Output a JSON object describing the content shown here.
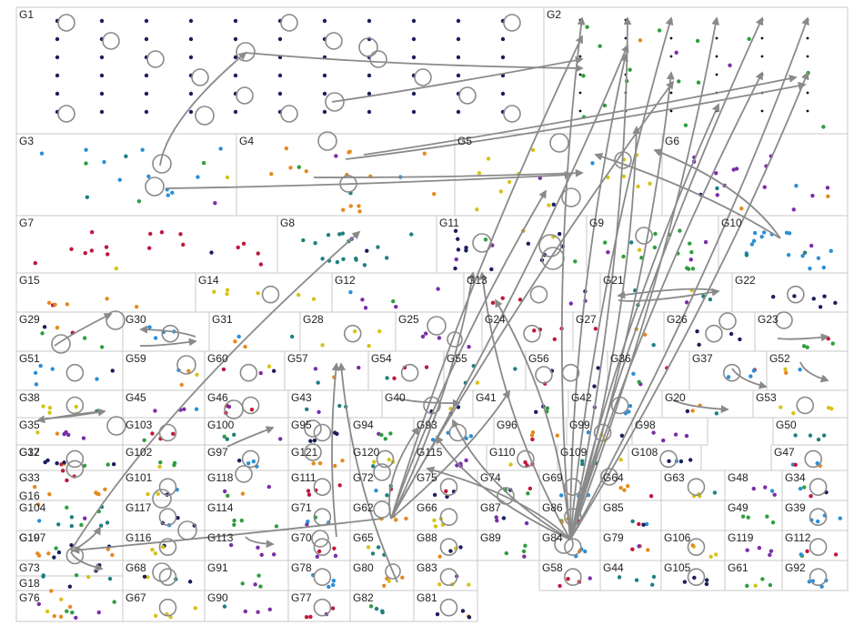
{
  "groups": [
    {
      "label": "G1"
    },
    {
      "label": "G2"
    },
    {
      "label": "G3"
    },
    {
      "label": "G4"
    },
    {
      "label": "G5"
    },
    {
      "label": "G6"
    },
    {
      "label": "G7"
    },
    {
      "label": "G8"
    },
    {
      "label": "G11"
    },
    {
      "label": "G9"
    },
    {
      "label": "G10"
    },
    {
      "label": "G15"
    },
    {
      "label": "G14"
    },
    {
      "label": "G12"
    },
    {
      "label": "G13"
    },
    {
      "label": "G21"
    },
    {
      "label": "G22"
    },
    {
      "label": "G29"
    },
    {
      "label": "G30"
    },
    {
      "label": "G31"
    },
    {
      "label": "G28"
    },
    {
      "label": "G25"
    },
    {
      "label": "G24"
    },
    {
      "label": "G27"
    },
    {
      "label": "G26"
    },
    {
      "label": "G23"
    },
    {
      "label": "G51"
    },
    {
      "label": "G59"
    },
    {
      "label": "G60"
    },
    {
      "label": "G57"
    },
    {
      "label": "G54"
    },
    {
      "label": "G55"
    },
    {
      "label": "G56"
    },
    {
      "label": "G36"
    },
    {
      "label": "G37"
    },
    {
      "label": "G52"
    },
    {
      "label": "G38"
    },
    {
      "label": "G45"
    },
    {
      "label": "G46"
    },
    {
      "label": "G43"
    },
    {
      "label": "G40"
    },
    {
      "label": "G41"
    },
    {
      "label": "G42"
    },
    {
      "label": "G20"
    },
    {
      "label": "G53"
    },
    {
      "label": "G35"
    },
    {
      "label": "G103"
    },
    {
      "label": "G100"
    },
    {
      "label": "G95"
    },
    {
      "label": "G94"
    },
    {
      "label": "G93"
    },
    {
      "label": "G96"
    },
    {
      "label": "G99"
    },
    {
      "label": "G98"
    },
    {
      "label": "G17"
    },
    {
      "label": "G50"
    },
    {
      "label": "G32"
    },
    {
      "label": "G102"
    },
    {
      "label": "G97"
    },
    {
      "label": "G121"
    },
    {
      "label": "G120"
    },
    {
      "label": "G115"
    },
    {
      "label": "G110"
    },
    {
      "label": "G109"
    },
    {
      "label": "G108"
    },
    {
      "label": "G16"
    },
    {
      "label": "G47"
    },
    {
      "label": "G33"
    },
    {
      "label": "G101"
    },
    {
      "label": "G118"
    },
    {
      "label": "G111"
    },
    {
      "label": "G72"
    },
    {
      "label": "G75"
    },
    {
      "label": "G74"
    },
    {
      "label": "G69"
    },
    {
      "label": "G64"
    },
    {
      "label": "G63"
    },
    {
      "label": "G48"
    },
    {
      "label": "G34"
    },
    {
      "label": "G104"
    },
    {
      "label": "G117"
    },
    {
      "label": "G114"
    },
    {
      "label": "G71"
    },
    {
      "label": "G62"
    },
    {
      "label": "G66"
    },
    {
      "label": "G87"
    },
    {
      "label": "G86"
    },
    {
      "label": "G85"
    },
    {
      "label": "G19"
    },
    {
      "label": "G49"
    },
    {
      "label": "G39"
    },
    {
      "label": "G107"
    },
    {
      "label": "G116"
    },
    {
      "label": "G113"
    },
    {
      "label": "G70"
    },
    {
      "label": "G65"
    },
    {
      "label": "G88"
    },
    {
      "label": "G89"
    },
    {
      "label": "G84"
    },
    {
      "label": "G79"
    },
    {
      "label": "G106"
    },
    {
      "label": "G119"
    },
    {
      "label": "G112"
    },
    {
      "label": "G73"
    },
    {
      "label": "G68"
    },
    {
      "label": "G91"
    },
    {
      "label": "G78"
    },
    {
      "label": "G80"
    },
    {
      "label": "G83"
    },
    {
      "label": "G18"
    },
    {
      "label": "G58"
    },
    {
      "label": "G44"
    },
    {
      "label": "G105"
    },
    {
      "label": "G61"
    },
    {
      "label": "G92"
    },
    {
      "label": "G76"
    },
    {
      "label": "G67"
    },
    {
      "label": "G90"
    },
    {
      "label": "G77"
    },
    {
      "label": "G82"
    },
    {
      "label": "G81"
    }
  ],
  "colors": {
    "edge": "#8a8a8a",
    "self_loop_pink": "#f4a6a6",
    "self_loop_dark_red": "#a05a5a",
    "node_navy": "#1a1f5c",
    "node_green": "#2e9e3e",
    "node_blue": "#2a8fd6",
    "node_orange": "#e58a1f",
    "node_yellow": "#d8c21a",
    "node_purple": "#7a2ea8",
    "node_crimson": "#c0183c",
    "node_teal": "#1f7f7f",
    "node_black": "#111111"
  }
}
